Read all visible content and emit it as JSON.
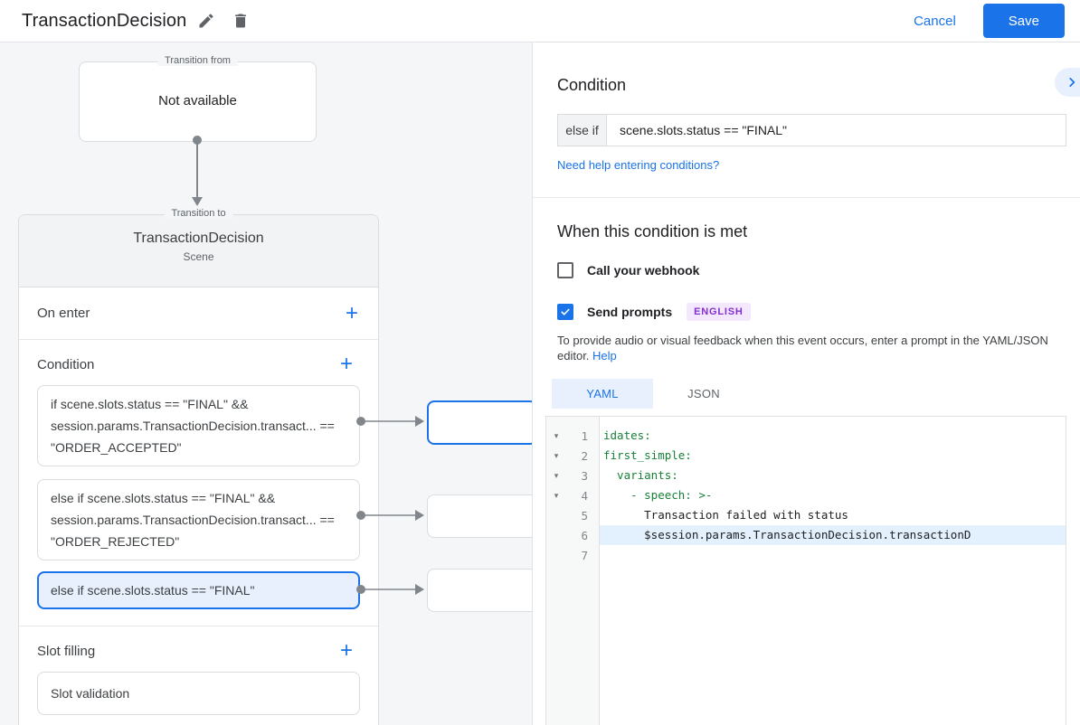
{
  "topbar": {
    "title": "TransactionDecision",
    "cancel_label": "Cancel",
    "save_label": "Save"
  },
  "flow": {
    "transition_from": {
      "legend": "Transition from",
      "value": "Not available"
    },
    "transition_to": {
      "legend": "Transition to",
      "title": "TransactionDecision",
      "subtitle": "Scene",
      "on_enter_label": "On enter",
      "condition_label": "Condition",
      "condition_cards": [
        {
          "text": "if scene.slots.status == \"FINAL\" && session.params.TransactionDecision.transact... == \"ORDER_ACCEPTED\""
        },
        {
          "text": "else if scene.slots.status == \"FINAL\" && session.params.TransactionDecision.transact... == \"ORDER_REJECTED\""
        },
        {
          "text": "else if scene.slots.status == \"FINAL\""
        }
      ],
      "slot_filling_label": "Slot filling",
      "slot_card_text": "Slot validation"
    }
  },
  "panel": {
    "heading": "Condition",
    "condition_prefix": "else if",
    "condition_value": "scene.slots.status == \"FINAL\"",
    "help_link": "Need help entering conditions?",
    "when_heading": "When this condition is met",
    "webhook_label": "Call your webhook",
    "prompts_label": "Send prompts",
    "language_badge": "ENGLISH",
    "prompts_hint": "To provide audio or visual feedback when this event occurs, enter a prompt in the YAML/JSON editor.",
    "prompts_hint_link": "Help",
    "tabs": [
      {
        "label": "YAML",
        "active": true
      },
      {
        "label": "JSON",
        "active": false
      }
    ],
    "editor": {
      "lines": [
        {
          "num": "1",
          "text": "idates:"
        },
        {
          "num": "2",
          "text": "first_simple:"
        },
        {
          "num": "3",
          "text": "  variants:"
        },
        {
          "num": "4",
          "text": "    - speech: >-"
        },
        {
          "num": "5",
          "text": "      Transaction failed with status"
        },
        {
          "num": "6",
          "text": "      $session.params.TransactionDecision.transactionD"
        },
        {
          "num": "7",
          "text": ""
        }
      ]
    }
  },
  "colors": {
    "accent": "#1a73e8",
    "selected_bg": "#e8f0fe",
    "code_green": "#188038",
    "badge_bg": "#f3e8fd",
    "badge_text": "#8430ce",
    "line_highlight": "#e3f0fd"
  },
  "icons": {
    "add": "+",
    "fold": "▾"
  }
}
